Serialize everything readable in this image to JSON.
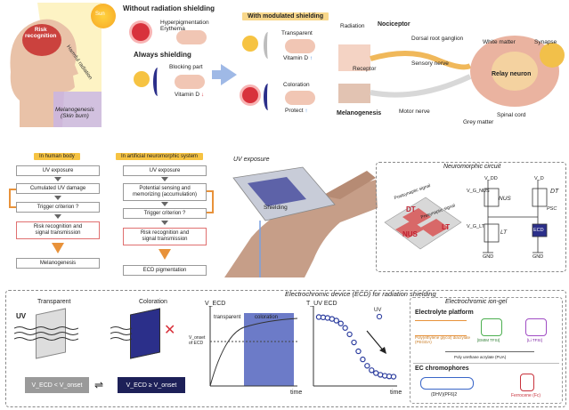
{
  "top": {
    "sun": "Sun",
    "risk": "Risk\nrecognition",
    "harmful": "Harmful radiation",
    "melanogenesis_skin": "Melanogenesis\n(Skin burn)",
    "without_title": "Without radiation shielding",
    "hyper": "Hyperpigmentation\nErythema",
    "always_title": "Always shielding",
    "blocking": "Blocking part",
    "vitd_down": "Vitamin D",
    "modulated_title": "With modulated shielding",
    "transparent": "Transparent",
    "vitd_up": "Vitamin D",
    "coloration": "Coloration",
    "protect": "Protect",
    "radiation": "Radiation",
    "nociceptor": "Nociceptor",
    "drg": "Dorsal root ganglion",
    "white_matter": "White matter",
    "synapse": "Synapse",
    "receptor": "Receptor",
    "sensory": "Sensory nerve",
    "relay": "Relay neuron",
    "melanogenesis": "Melanogenesis",
    "motor": "Motor nerve",
    "spinal": "Spinal cord",
    "grey": "Grey matter"
  },
  "flow_human": {
    "title": "In human body",
    "steps": [
      "UV exposure",
      "Cumulated UV damage",
      "Trigger criterion ?",
      "Risk recognition and\nsignal transmission",
      "Melanogenesis"
    ]
  },
  "flow_art": {
    "title": "In artificial neuromorphic system",
    "steps": [
      "UV exposure",
      "Potential sensing and\nmemorizing (accumulation)",
      "Trigger criterion ?",
      "Risk recognition and\nsignal transmission",
      "ECD pigmentation"
    ]
  },
  "device": {
    "uv_exposure": "UV exposure",
    "shielding": "Shielding"
  },
  "circuit": {
    "title": "Neuromorphic circuit",
    "post": "Postsynaptic signal",
    "pre": "Presynaptic signal",
    "dt": "DT",
    "lt": "LT",
    "nus": "NUS",
    "vdd": "V_DD",
    "vd": "V_D",
    "vg_nus": "V_G_NUS",
    "vg_lt": "V_G_LT",
    "nus2": "NUS",
    "lt2": "LT",
    "dt2": "DT",
    "psc": "PSC",
    "ecd": "ECD",
    "gnd1": "GND",
    "gnd2": "GND"
  },
  "ecd": {
    "title": "Electrochromic device (ECD) for radiation shielding",
    "uv": "UV",
    "transparent": "Transparent",
    "coloration": "Coloration",
    "cond1": "V_ECD < V_onset",
    "cond2": "V_ECD ≥ V_onset",
    "vecd_axis": "V_ECD",
    "transparent_lbl": "transparent",
    "coloration_lbl": "coloration",
    "vonset": "V_onset\nof ECD",
    "time1": "time",
    "tuv_axis": "T_UV ECD",
    "uv_legend": "UV",
    "time2": "time"
  },
  "iongel": {
    "title": "Electrochromic ion-gel",
    "platform": "Electrolyte platform",
    "pegda": "Poly(ethylene glycol) diacrylate\n(PEGDA)",
    "emim": "[EMIM TFSI]",
    "litfsi": "[Li TFSI]",
    "pua": "Poly urethane acrylate (PUA)",
    "chromo": "EC chromophores",
    "dhv": "(DHV)(PF6)2",
    "fc": "Ferrocene (Fc)"
  },
  "colors": {
    "orange": "#e8923a",
    "yellow": "#f6c342",
    "blue": "#2b2f8a",
    "purple": "#8f6cc4",
    "red": "#d8323c"
  }
}
